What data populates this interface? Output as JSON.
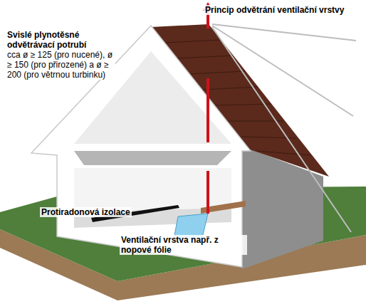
{
  "diagram": {
    "title": "Princip odvětrání ventilační vrstvy",
    "labels": [
      "Svislé plynotěsné odvětrávací potrubí",
      "cca ø ≥ 125 (pro nucené), ø ≥ 150 (pro přirozené) a ø ≥ 200 (pro větrnou turbinku)",
      "Protiradonová izolace",
      "Ventilační vrstva např. z nopové fólie"
    ]
  }
}
